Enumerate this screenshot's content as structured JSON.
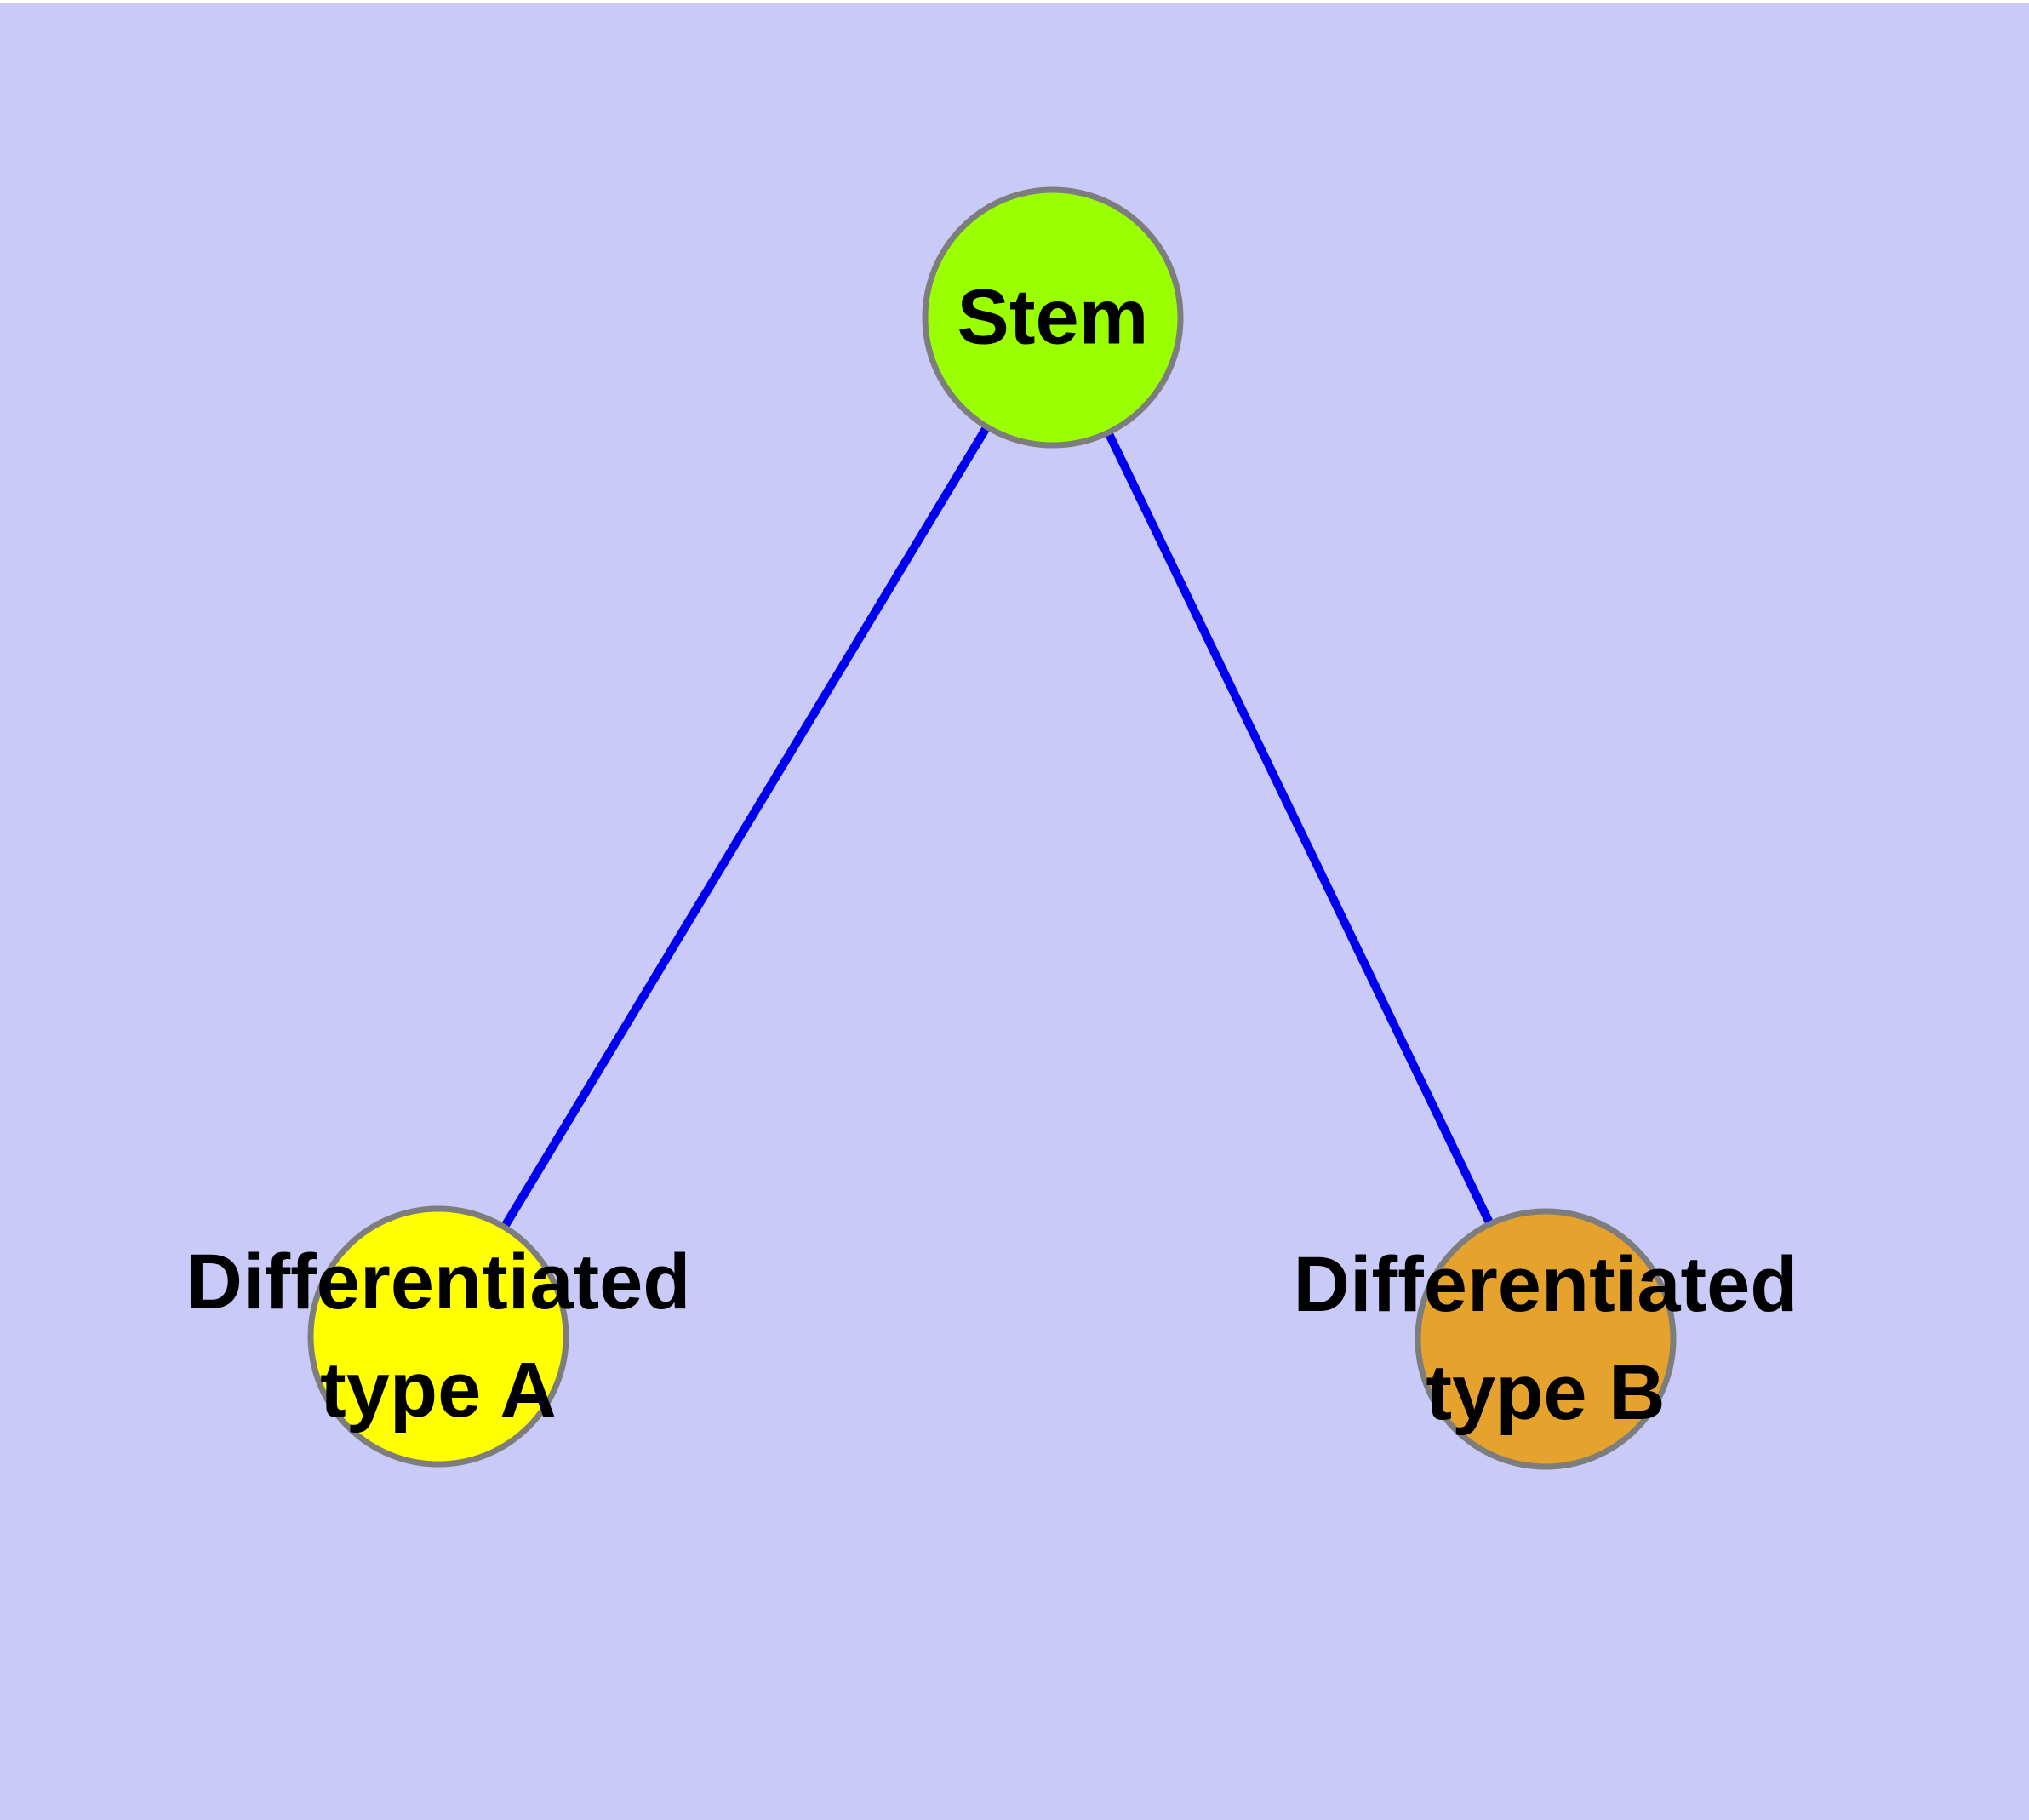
{
  "diagram": {
    "type": "graph",
    "title": "",
    "background_color": "#cacaf8",
    "top_strip_color": "#ffffff",
    "node_border_color": "#7d7d7d",
    "label_color": "#000000",
    "nodes": [
      {
        "id": "stem",
        "label": "Stem",
        "color": "#9aff00"
      },
      {
        "id": "typeA",
        "label": "Differentiated\ntype A",
        "color": "#ffff00"
      },
      {
        "id": "typeB",
        "label": "Differentiated\ntype B",
        "color": "#e5a32e"
      }
    ],
    "edges": [
      {
        "from": "stem",
        "to": "typeA",
        "color": "#0000ee"
      },
      {
        "from": "stem",
        "to": "typeB",
        "color": "#0000ee"
      }
    ]
  }
}
